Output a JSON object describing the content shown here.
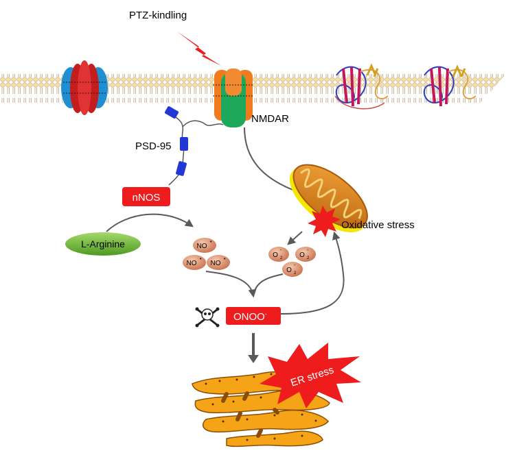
{
  "labels": {
    "stimulus": "PTZ-kindling",
    "receptor": "NMDAR",
    "scaffold": "PSD-95",
    "enzyme": "nNOS",
    "substrate": "L-Arginine",
    "oxidative": "Oxidative stress",
    "peroxynitrite": "ONOO",
    "peroxynitrite_charge": "-",
    "er_stress": "ER stress"
  },
  "no_molecules": [
    {
      "text": "NO",
      "charge": "•"
    },
    {
      "text": "NO",
      "charge": "•"
    },
    {
      "text": "NO",
      "charge": "•"
    }
  ],
  "superoxide_molecules": [
    {
      "text": "O",
      "sub": "2",
      "charge": "-"
    },
    {
      "text": "O",
      "sub": "2",
      "charge": "-"
    },
    {
      "text": "O",
      "sub": "2",
      "charge": "-"
    }
  ],
  "colors": {
    "enzyme_box": "#ee1c1c",
    "substrate_fill": "#7cc242",
    "molecule_fill": "#e49672",
    "mitochondria": "#e28a1a",
    "er_fill": "#f5a418",
    "burst": "#ee1c1c",
    "arrow": "#595959",
    "nmdar_orange": "#f07b1e",
    "nmdar_green": "#1ea85c",
    "scaffold_blue": "#2137d6"
  },
  "icons": {
    "toxicity": "skull-crossbones-icon",
    "lightning": "lightning-bolt-icon"
  }
}
